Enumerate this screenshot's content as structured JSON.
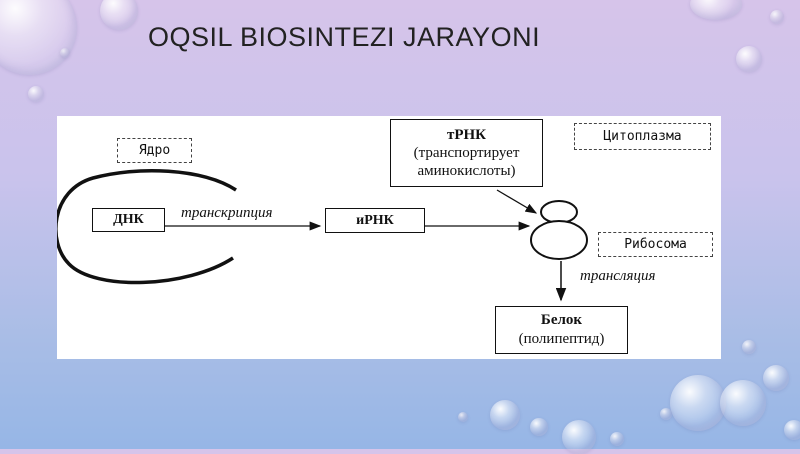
{
  "slide": {
    "title": "OQSIL BIOSINTEZI JARAYONI"
  },
  "diagram": {
    "nucleus_label": "Ядро",
    "cytoplasm_label": "Цитоплазма",
    "dna_label": "ДНК",
    "transcription_label": "транскрипция",
    "mrna_label": "иРНК",
    "trna": {
      "name": "тРНК",
      "line1": "(транспортирует",
      "line2": "аминокислоты)"
    },
    "ribosome_label": "Рибосома",
    "translation_label": "трансляция",
    "protein": {
      "name": "Белок",
      "detail": "(полипептид)"
    }
  },
  "colors": {
    "background_top": "#d6c4ea",
    "background_bottom": "#96b6e6",
    "panel": "#ffffff",
    "ink": "#111111"
  }
}
